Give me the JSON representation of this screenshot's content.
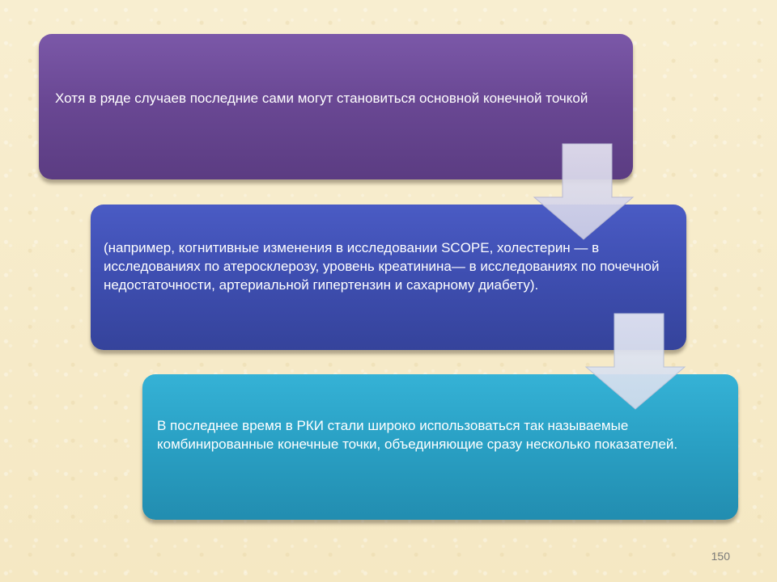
{
  "flow": {
    "step1": "Хотя в ряде случаев последние сами могут становиться основной конечной точкой",
    "step2": "(например, когнитивные изменения в исследовании SCOPE, холестерин — в исследованиях по атеросклерозу, уровень креатинина— в исследованиях по почечной недостаточности, артериальной гипертензин и сахарному диабету).",
    "step3": "В последнее время в РКИ стали широко использоваться так называемые комбинированные конечные точки, объединяющие сразу несколько показателей."
  },
  "colors": {
    "step1": "#6a4894",
    "step2": "#3f4fb2",
    "step3": "#2aa1c5",
    "arrow": "#d8d8ea"
  },
  "page_number": "150"
}
